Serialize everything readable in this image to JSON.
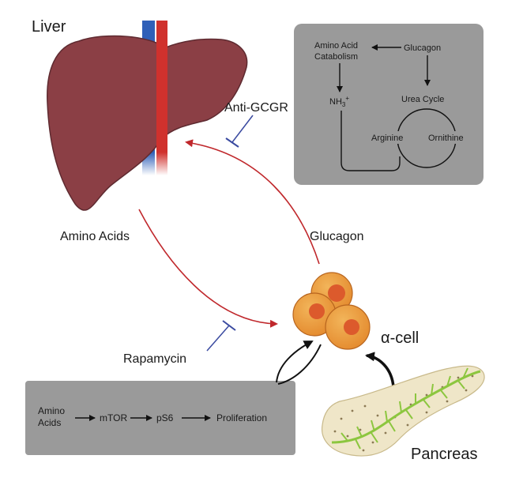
{
  "labels": {
    "liver": "Liver",
    "anti_gcgr": "Anti-GCGR",
    "amino_acids": "Amino Acids",
    "glucagon": "Glucagon",
    "rapamycin": "Rapamycin",
    "alpha_cell": "α-cell",
    "pancreas": "Pancreas"
  },
  "inset_top": {
    "amino_acid_line1": "Amino Acid",
    "amino_acid_line2": "Catabolism",
    "glucagon": "Glucagon",
    "nh3": "NH",
    "nh3_sub": "3",
    "nh3_sup": "+",
    "urea_cycle": "Urea Cycle",
    "arginine": "Arginine",
    "ornithine": "Ornithine"
  },
  "inset_bottom": {
    "amino_line1": "Amino",
    "amino_line2": "Acids",
    "mtor": "mTOR",
    "ps6": "pS6",
    "proliferation": "Proliferation"
  },
  "colors": {
    "liver": "#8b3f45",
    "artery": "#d0312d",
    "vein": "#2f5fb8",
    "inset_bg": "#9a9a9a",
    "pathway_arrow": "#c0282c",
    "inhibitor": "#3a4aa0",
    "cell_outer": "#e8983a",
    "cell_nucleus": "#dc5a2c",
    "pancreas_fill": "#efe6c8",
    "pancreas_duct": "#8cc63f"
  }
}
